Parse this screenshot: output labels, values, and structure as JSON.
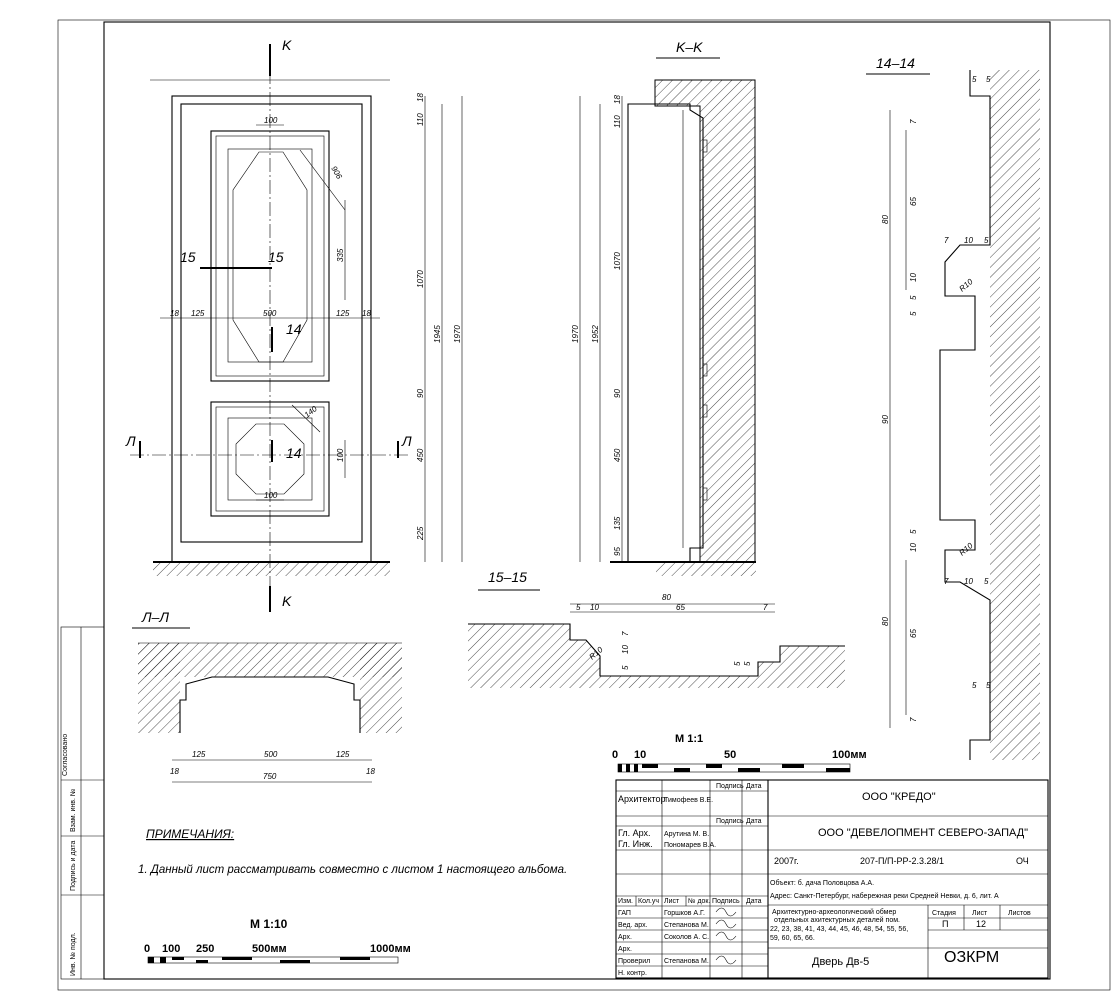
{
  "door_front": {
    "dims_top": [
      "100"
    ],
    "dims_upper_panel": [
      "906",
      "335",
      "1070",
      "1945",
      "1970",
      "18",
      "110"
    ],
    "dims_width": [
      "18",
      "125",
      "500",
      "125",
      "18"
    ],
    "dims_lower_panel": [
      "140",
      "100",
      "100",
      "90",
      "450",
      "225"
    ],
    "section_marks": {
      "k": "K",
      "l": "Л",
      "s15": "15",
      "s14": "14"
    }
  },
  "section_kk": {
    "title": "K–K",
    "dims": [
      "1970",
      "1952",
      "110",
      "18",
      "1070",
      "90",
      "450",
      "135",
      "95"
    ]
  },
  "section_1414": {
    "title": "14–14",
    "dims": [
      "5",
      "5",
      "7",
      "80",
      "65",
      "7",
      "10",
      "5",
      "R10",
      "5",
      "10",
      "5",
      "90",
      "5",
      "10",
      "R10",
      "7",
      "10",
      "5",
      "80",
      "65",
      "5",
      "5",
      "7"
    ]
  },
  "section_1515": {
    "title": "15–15",
    "dims": [
      "80",
      "5",
      "10",
      "65",
      "7",
      "R10",
      "7",
      "10",
      "5",
      "5",
      "5"
    ]
  },
  "section_ll": {
    "title": "Л–Л",
    "dims": [
      "125",
      "500",
      "125",
      "18",
      "750",
      "18"
    ]
  },
  "scale_large": {
    "label": "М 1:1",
    "ticks": [
      "0",
      "10",
      "50",
      "100мм"
    ]
  },
  "scale_small": {
    "label": "М 1:10",
    "ticks": [
      "0",
      "100",
      "250",
      "500мм",
      "1000мм"
    ]
  },
  "notes": {
    "heading": "ПРИМЕЧАНИЯ:",
    "text": "1. Данный лист рассматривать совместно с листом 1 настоящего альбома."
  },
  "side_stamp": [
    "Согласовано",
    "Взам. инв. №",
    "Подпись и дата",
    "Инв. № подл."
  ],
  "title_block": {
    "header_sign": "Подпись",
    "header_date": "Дата",
    "architect_role": "Архитектор",
    "architect_name": "Тимофеев В.Е.",
    "org1": "ООО \"КРЕДО\"",
    "gl_arch_role": "Гл. Арх.",
    "gl_arch_name": "Арутина М. В.",
    "gl_eng_role": "Гл. Инж.",
    "gl_eng_name": "Пономарев В.А.",
    "org2": "ООО \"ДЕВЕЛОПМЕНТ СЕВЕРО-ЗАПАД\"",
    "year": "2007г.",
    "code": "207-П/П-РР-2.3.28/1",
    "och": "ОЧ",
    "object": "Объект: б. дача Половцова А.А.",
    "address": "Адрес: Санкт-Петербург, набережная реки Средней Невки, д. 6, лит. А",
    "col_izm": "Изм.",
    "col_koluch": "Кол.уч",
    "col_list": "Лист",
    "col_ndok": "№ док.",
    "col_sign": "Подпись",
    "col_date": "Дата",
    "desc_line1": "Архитектурно-археологический обмер",
    "desc_line2": "отдельных ахитектурных деталей пом.",
    "desc_line3": "22, 23, 38, 41, 43, 44, 45, 46, 48, 54, 55, 56,",
    "desc_line4": "59, 60, 65, 66.",
    "stage_h": "Стадия",
    "sheet_h": "Лист",
    "sheets_h": "Листов",
    "stage": "П",
    "sheet": "12",
    "gap_role": "ГАП",
    "gap_name": "Горшков А.Г.",
    "ved_role": "Вед. арх.",
    "ved_name": "Степанова М.",
    "arh1_role": "Арх.",
    "arh1_name": "Соколов А. С.",
    "arh2_role": "Арх.",
    "prov_role": "Проверил",
    "prov_name": "Степанова М.",
    "nkontr_role": "Н. контр.",
    "drawing_name": "Дверь Дв-5",
    "logo_text": "ОЗКРМ"
  }
}
